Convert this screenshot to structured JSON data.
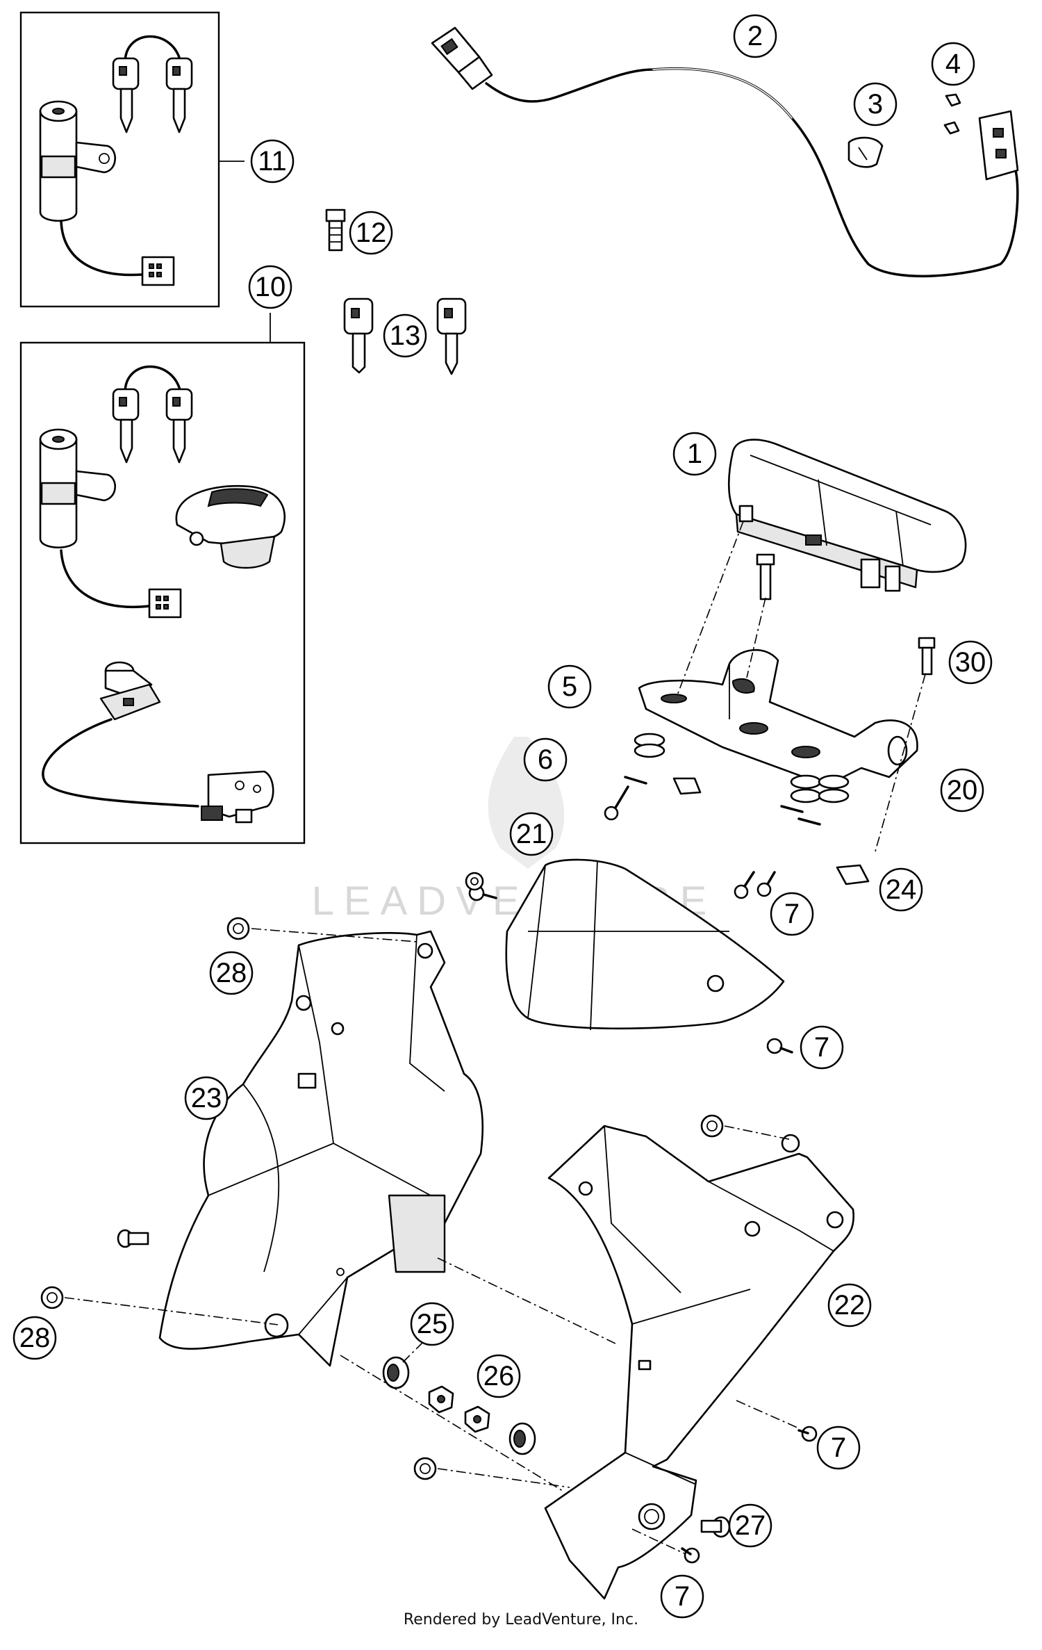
{
  "watermark": {
    "text": "LEADVENTURE"
  },
  "footer": {
    "credit": "Rendered by LeadVenture, Inc."
  },
  "callouts": {
    "c1": "1",
    "c2": "2",
    "c3": "3",
    "c4": "4",
    "c5": "5",
    "c6": "6",
    "c7a": "7",
    "c7b": "7",
    "c7c": "7",
    "c7d": "7",
    "c10": "10",
    "c11": "11",
    "c12": "12",
    "c13": "13",
    "c20": "20",
    "c21": "21",
    "c22": "22",
    "c23": "23",
    "c24": "24",
    "c25": "25",
    "c26": "26",
    "c27": "27",
    "c28a": "28",
    "c28b": "28",
    "c30": "30"
  }
}
